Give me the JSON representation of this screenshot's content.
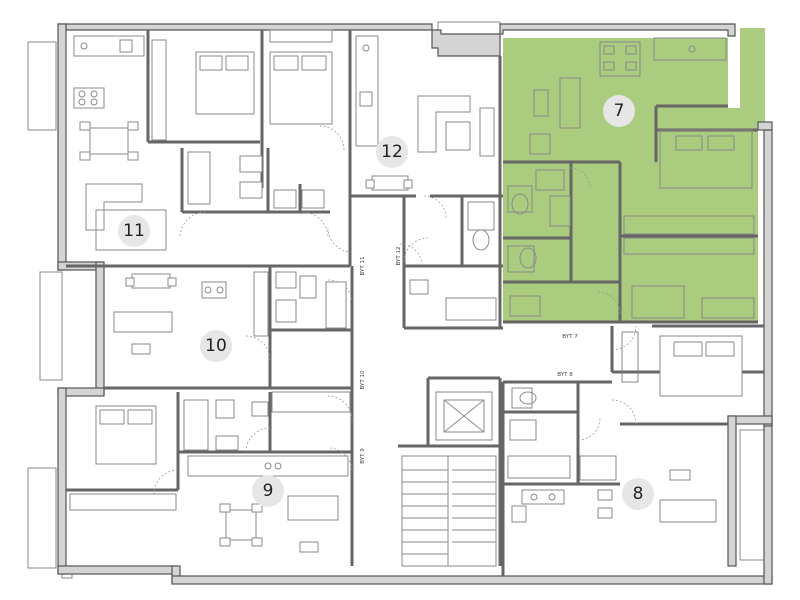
{
  "colors": {
    "highlight": "#a9cc7f",
    "wall": "#d4d4d4",
    "number_badge": "#e6e6e6"
  },
  "apartments": [
    {
      "number": "7",
      "highlighted": true
    },
    {
      "number": "8",
      "highlighted": false
    },
    {
      "number": "9",
      "highlighted": false
    },
    {
      "number": "10",
      "highlighted": false
    },
    {
      "number": "11",
      "highlighted": false
    },
    {
      "number": "12",
      "highlighted": false
    }
  ],
  "entrance_labels": {
    "byt7": "BYT 7",
    "byt8": "BYT 8",
    "byt9": "BYT 9",
    "byt10": "BYT 10",
    "byt11": "BYT 11",
    "byt12": "BYT 12"
  }
}
